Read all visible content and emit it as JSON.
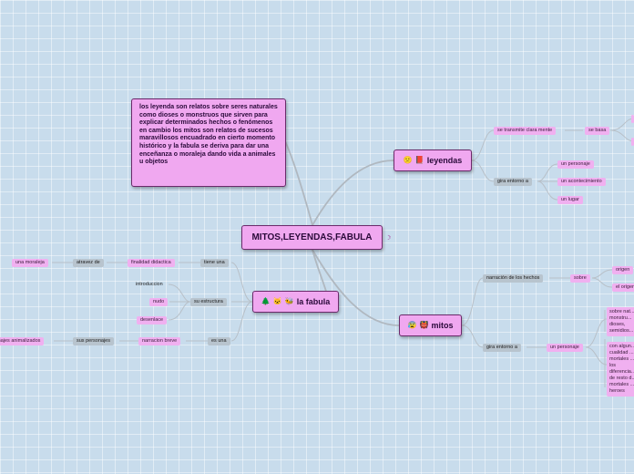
{
  "central": "MITOS,LEYENDAS,FABULA",
  "note": "los leyenda son relatos sobre seres naturales como dioses o monstruos que sirven para explicar determinados hechos o fenómenos en cambio los mitos son relatos de sucesos maravillosos encuadrado en cierto momento histórico  y la fabula se deriva para dar una enceñanza o moraleja dando vida a animales u objetos",
  "leyendas": {
    "label": "leyendas",
    "branches": {
      "transmite": "se transmite clara mente",
      "base": "se basa",
      "gira": "gira entorno a",
      "personaje": "un personaje",
      "acontecimiento": "un acontecimiento",
      "lugar": "un lugar"
    }
  },
  "mitos": {
    "label": "mitos",
    "branches": {
      "narracion": "narración de los hechos",
      "sobre": "sobre",
      "origen1": "origen",
      "origen2": "el origen",
      "gira": "gira entorno a",
      "personaje": "un personaje",
      "text1": "sobre nat... monstru... dioses, semidios...",
      "text2": "con algun... cualidad ... mortales ... los diferencia... de resto d... mortales ... heroes"
    }
  },
  "fabula": {
    "label": "la fabula",
    "branches": {
      "tiene": "tiene una",
      "finalidad": "finalidad didactica",
      "atravez": "atravez de",
      "moraleja": "una moraleja",
      "estructura": "su estructura",
      "introduccion": "introduccion",
      "nudo": "nudo",
      "desenlace": "desenlace",
      "es": "es una",
      "narracion": "narracion breve",
      "personajes": "sus personajes",
      "animalizados": "...onajes animalizados"
    }
  },
  "colors": {
    "node_fill": "#f0a8f0",
    "node_border": "#6a2a6a",
    "line": "#b0b8c0",
    "background": "#c8dcec"
  },
  "icons": {
    "leyendas": [
      "face-icon",
      "book-icon"
    ],
    "mitos": [
      "face-icon",
      "devil-icon"
    ],
    "fabula": [
      "tree-icon",
      "cat-icon",
      "bee-icon"
    ],
    "central": "alert-icon"
  }
}
